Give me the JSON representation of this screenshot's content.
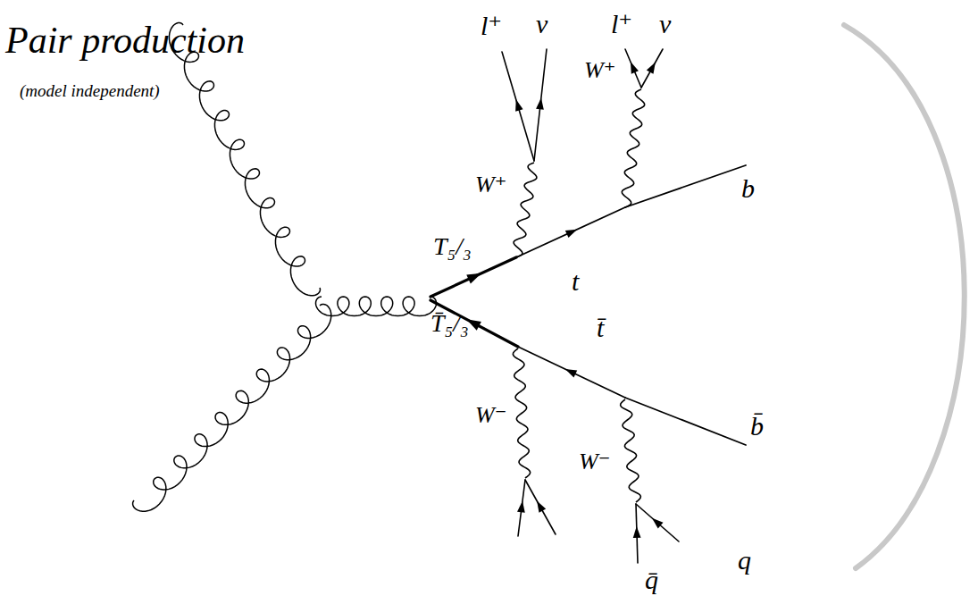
{
  "diagram": {
    "title": "Pair production",
    "labels": [
      "(model independent)",
      "l⁺",
      "ν",
      "l⁺",
      "ν",
      "W⁺",
      "W⁺",
      "b",
      "T₅/₃",
      "t",
      "T̄₅/₃",
      "t̄",
      "b̄",
      "W⁻",
      "W⁻",
      "q",
      "q̄"
    ]
  }
}
